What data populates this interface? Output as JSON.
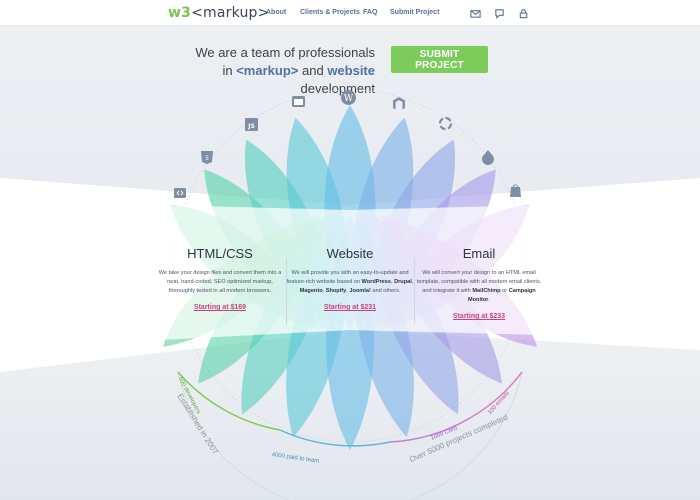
{
  "header": {
    "logo_w3": "w3",
    "logo_markup": "<markup>",
    "nav": [
      "About",
      "Clients & Projects",
      "FAQ",
      "Submit Project"
    ]
  },
  "hero": {
    "line1": "We are a team of professionals",
    "line2_pre": "in",
    "line2_markup": "<markup>",
    "line2_mid": "and",
    "line2_website": "website",
    "line2_post": "development",
    "submit_label": "SUBMIT PROJECT"
  },
  "tech_icons": [
    "html-tag-icon",
    "html5-icon",
    "js-icon",
    "browser-icon",
    "wordpress-icon",
    "magento-icon",
    "joomla-icon",
    "drupal-icon",
    "shopify-icon"
  ],
  "tech_icon_labels": {
    "js": "JS"
  },
  "services": [
    {
      "title": "HTML/CSS",
      "description": "We take your design files and convert them into a neat, hand-coded, SEO optimized markup, thoroughly tested in all modern browsers.",
      "price": "Starting at $169"
    },
    {
      "title": "Website",
      "desc_a": "We will provide you with an easy-to-update and feature-rich website based on ",
      "desc_b1": "WordPress",
      "desc_c1": ", ",
      "desc_b2": "Drupal",
      "desc_c2": ", ",
      "desc_b3": "Magento",
      "desc_c3": ", ",
      "desc_b4": "Shopify",
      "desc_c4": ", ",
      "desc_b5": "Joomla!",
      "desc_c5": " and others.",
      "price": "Starting at $231"
    },
    {
      "title": "Email",
      "desc_a": "We will convert your design to an HTML email template, compatible with all modern email clients, and integrate it with ",
      "desc_b1": "MailChimp",
      "desc_c1": " or ",
      "desc_b2": "Campaign Monitor",
      "desc_c2": ".",
      "price": "Starting at $233"
    }
  ],
  "stats": {
    "established": "Established in 2007",
    "projects": "Over 5000 projects completed",
    "arc_labels": [
      "500 developers",
      "4000 paid to team",
      "1000 CMS",
      "100 emails"
    ]
  },
  "colors": {
    "accent_green": "#7ccc5c",
    "link_pink": "#d0417b",
    "nav_blue": "#56709a"
  }
}
